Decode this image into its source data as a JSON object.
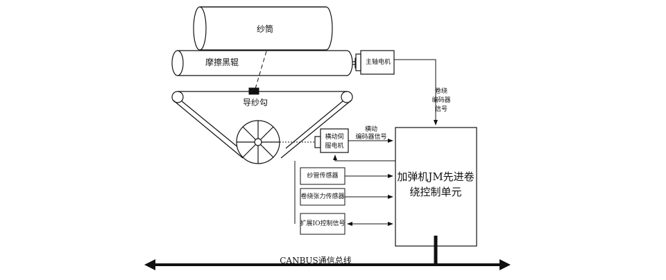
{
  "labels": {
    "yarn_package": "纱筒",
    "friction_roller": "摩擦黑辊",
    "yarn_guide": "导纱勾",
    "main_motor": "主轴电机",
    "winding_encoder_signal": [
      "卷绕",
      "编码器",
      "信号"
    ],
    "traverse_servo_motor": [
      "横动伺",
      "服电机"
    ],
    "traverse_encoder_signal": [
      "横动",
      "编码器信号"
    ],
    "tube_sensor": "纱管传感器",
    "tension_sensor": "卷绕张力传感器",
    "extension_io": "扩展IO控制信号",
    "control_unit": [
      "加弹机JM先进卷",
      "绕控制单元"
    ],
    "canbus": "CANBUS通信总线"
  },
  "colors": {
    "line": "#111111",
    "background": "#ffffff"
  }
}
